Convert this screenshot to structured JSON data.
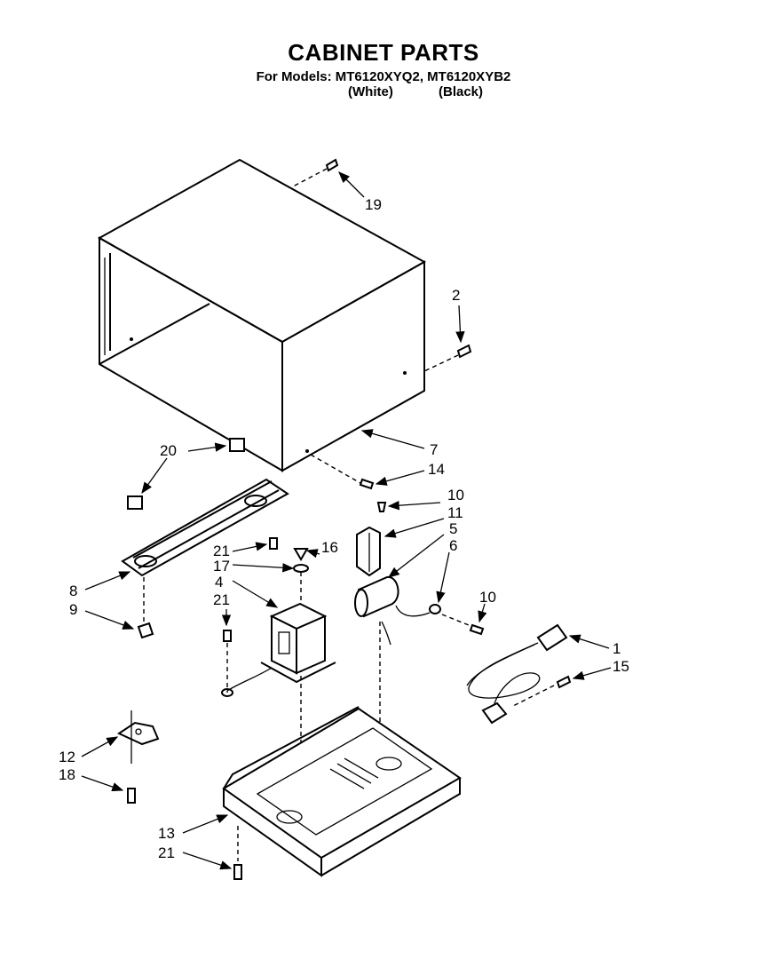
{
  "header": {
    "title": "CABINET PARTS",
    "models_line": "For Models: MT6120XYQ2, MT6120XYB2",
    "variant_white": "(White)",
    "variant_black": "(Black)"
  },
  "callouts": {
    "c1": "1",
    "c2": "2",
    "c4": "4",
    "c5": "5",
    "c6": "6",
    "c7": "7",
    "c8": "8",
    "c9": "9",
    "c10a": "10",
    "c10b": "10",
    "c11": "11",
    "c12": "12",
    "c13": "13",
    "c14": "14",
    "c15": "15",
    "c16": "16",
    "c17": "17",
    "c18": "18",
    "c19": "19",
    "c20": "20",
    "c21a": "21",
    "c21b": "21",
    "c21c": "21"
  }
}
